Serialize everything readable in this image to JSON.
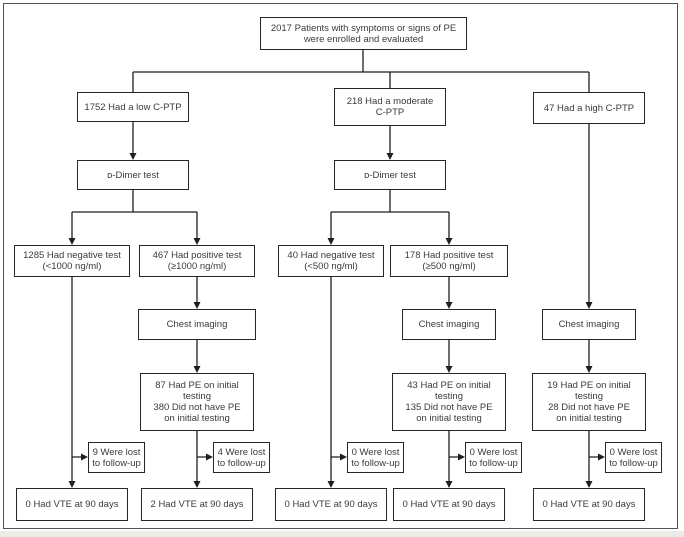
{
  "figure": {
    "type": "patient-flow-diagram",
    "colors": {
      "background": "#ffffff",
      "box_border": "#262626",
      "text": "#3b3b3b",
      "connector_line": "#1f1f1f",
      "outer_frame": "#515256",
      "footer_strip": "#ebebe8"
    }
  },
  "nodes": {
    "enrolled": {
      "lines": [
        "2017 Patients with symptoms or signs of PE",
        "were enrolled and evaluated"
      ]
    },
    "low_cptp": {
      "lines": [
        "1752 Had a low C-PTP"
      ]
    },
    "moderate_cptp": {
      "lines": [
        "218 Had a moderate",
        "C-PTP"
      ]
    },
    "high_cptp": {
      "lines": [
        "47 Had a high C-PTP"
      ]
    },
    "ddimer_low": {
      "lines": [
        "ᴅ-Dimer test"
      ]
    },
    "ddimer_moderate": {
      "lines": [
        "ᴅ-Dimer test"
      ]
    },
    "negative_low": {
      "lines": [
        "1285 Had negative test",
        "(<1000 ng/ml)"
      ]
    },
    "positive_low": {
      "lines": [
        "467 Had positive test",
        "(≥1000 ng/ml)"
      ]
    },
    "negative_moderate": {
      "lines": [
        "40 Had negative test",
        "(<500 ng/ml)"
      ]
    },
    "positive_moderate": {
      "lines": [
        "178 Had positive test",
        "(≥500 ng/ml)"
      ]
    },
    "chest_imaging_low": {
      "lines": [
        "Chest imaging"
      ]
    },
    "chest_imaging_mod": {
      "lines": [
        "Chest imaging"
      ]
    },
    "chest_imaging_high": {
      "lines": [
        "Chest imaging"
      ]
    },
    "pe_low": {
      "lines": [
        "87 Had PE on initial",
        "testing",
        "380 Did not have PE",
        "on initial testing"
      ]
    },
    "pe_moderate": {
      "lines": [
        "43 Had PE on initial",
        "testing",
        "135 Did not have PE",
        "on initial testing"
      ]
    },
    "pe_high": {
      "lines": [
        "19 Had PE on initial",
        "testing",
        "28 Did not have PE",
        "on initial testing"
      ]
    },
    "lost_low_negative": {
      "lines": [
        "9 Were lost",
        "to follow-up"
      ]
    },
    "lost_low_positive": {
      "lines": [
        "4 Were lost",
        "to follow-up"
      ]
    },
    "lost_mod_negative": {
      "lines": [
        "0 Were lost",
        "to follow-up"
      ]
    },
    "lost_mod_positive": {
      "lines": [
        "0 Were lost",
        "to follow-up"
      ]
    },
    "lost_high": {
      "lines": [
        "0 Were lost",
        "to follow-up"
      ]
    },
    "vte_low_negative": {
      "lines": [
        "0 Had VTE at 90 days"
      ]
    },
    "vte_low_positive": {
      "lines": [
        "2 Had VTE at 90 days"
      ]
    },
    "vte_mod_negative": {
      "lines": [
        "0 Had VTE at 90 days"
      ]
    },
    "vte_mod_positive": {
      "lines": [
        "0 Had VTE at 90 days"
      ]
    },
    "vte_high": {
      "lines": [
        "0 Had VTE at 90 days"
      ]
    }
  }
}
